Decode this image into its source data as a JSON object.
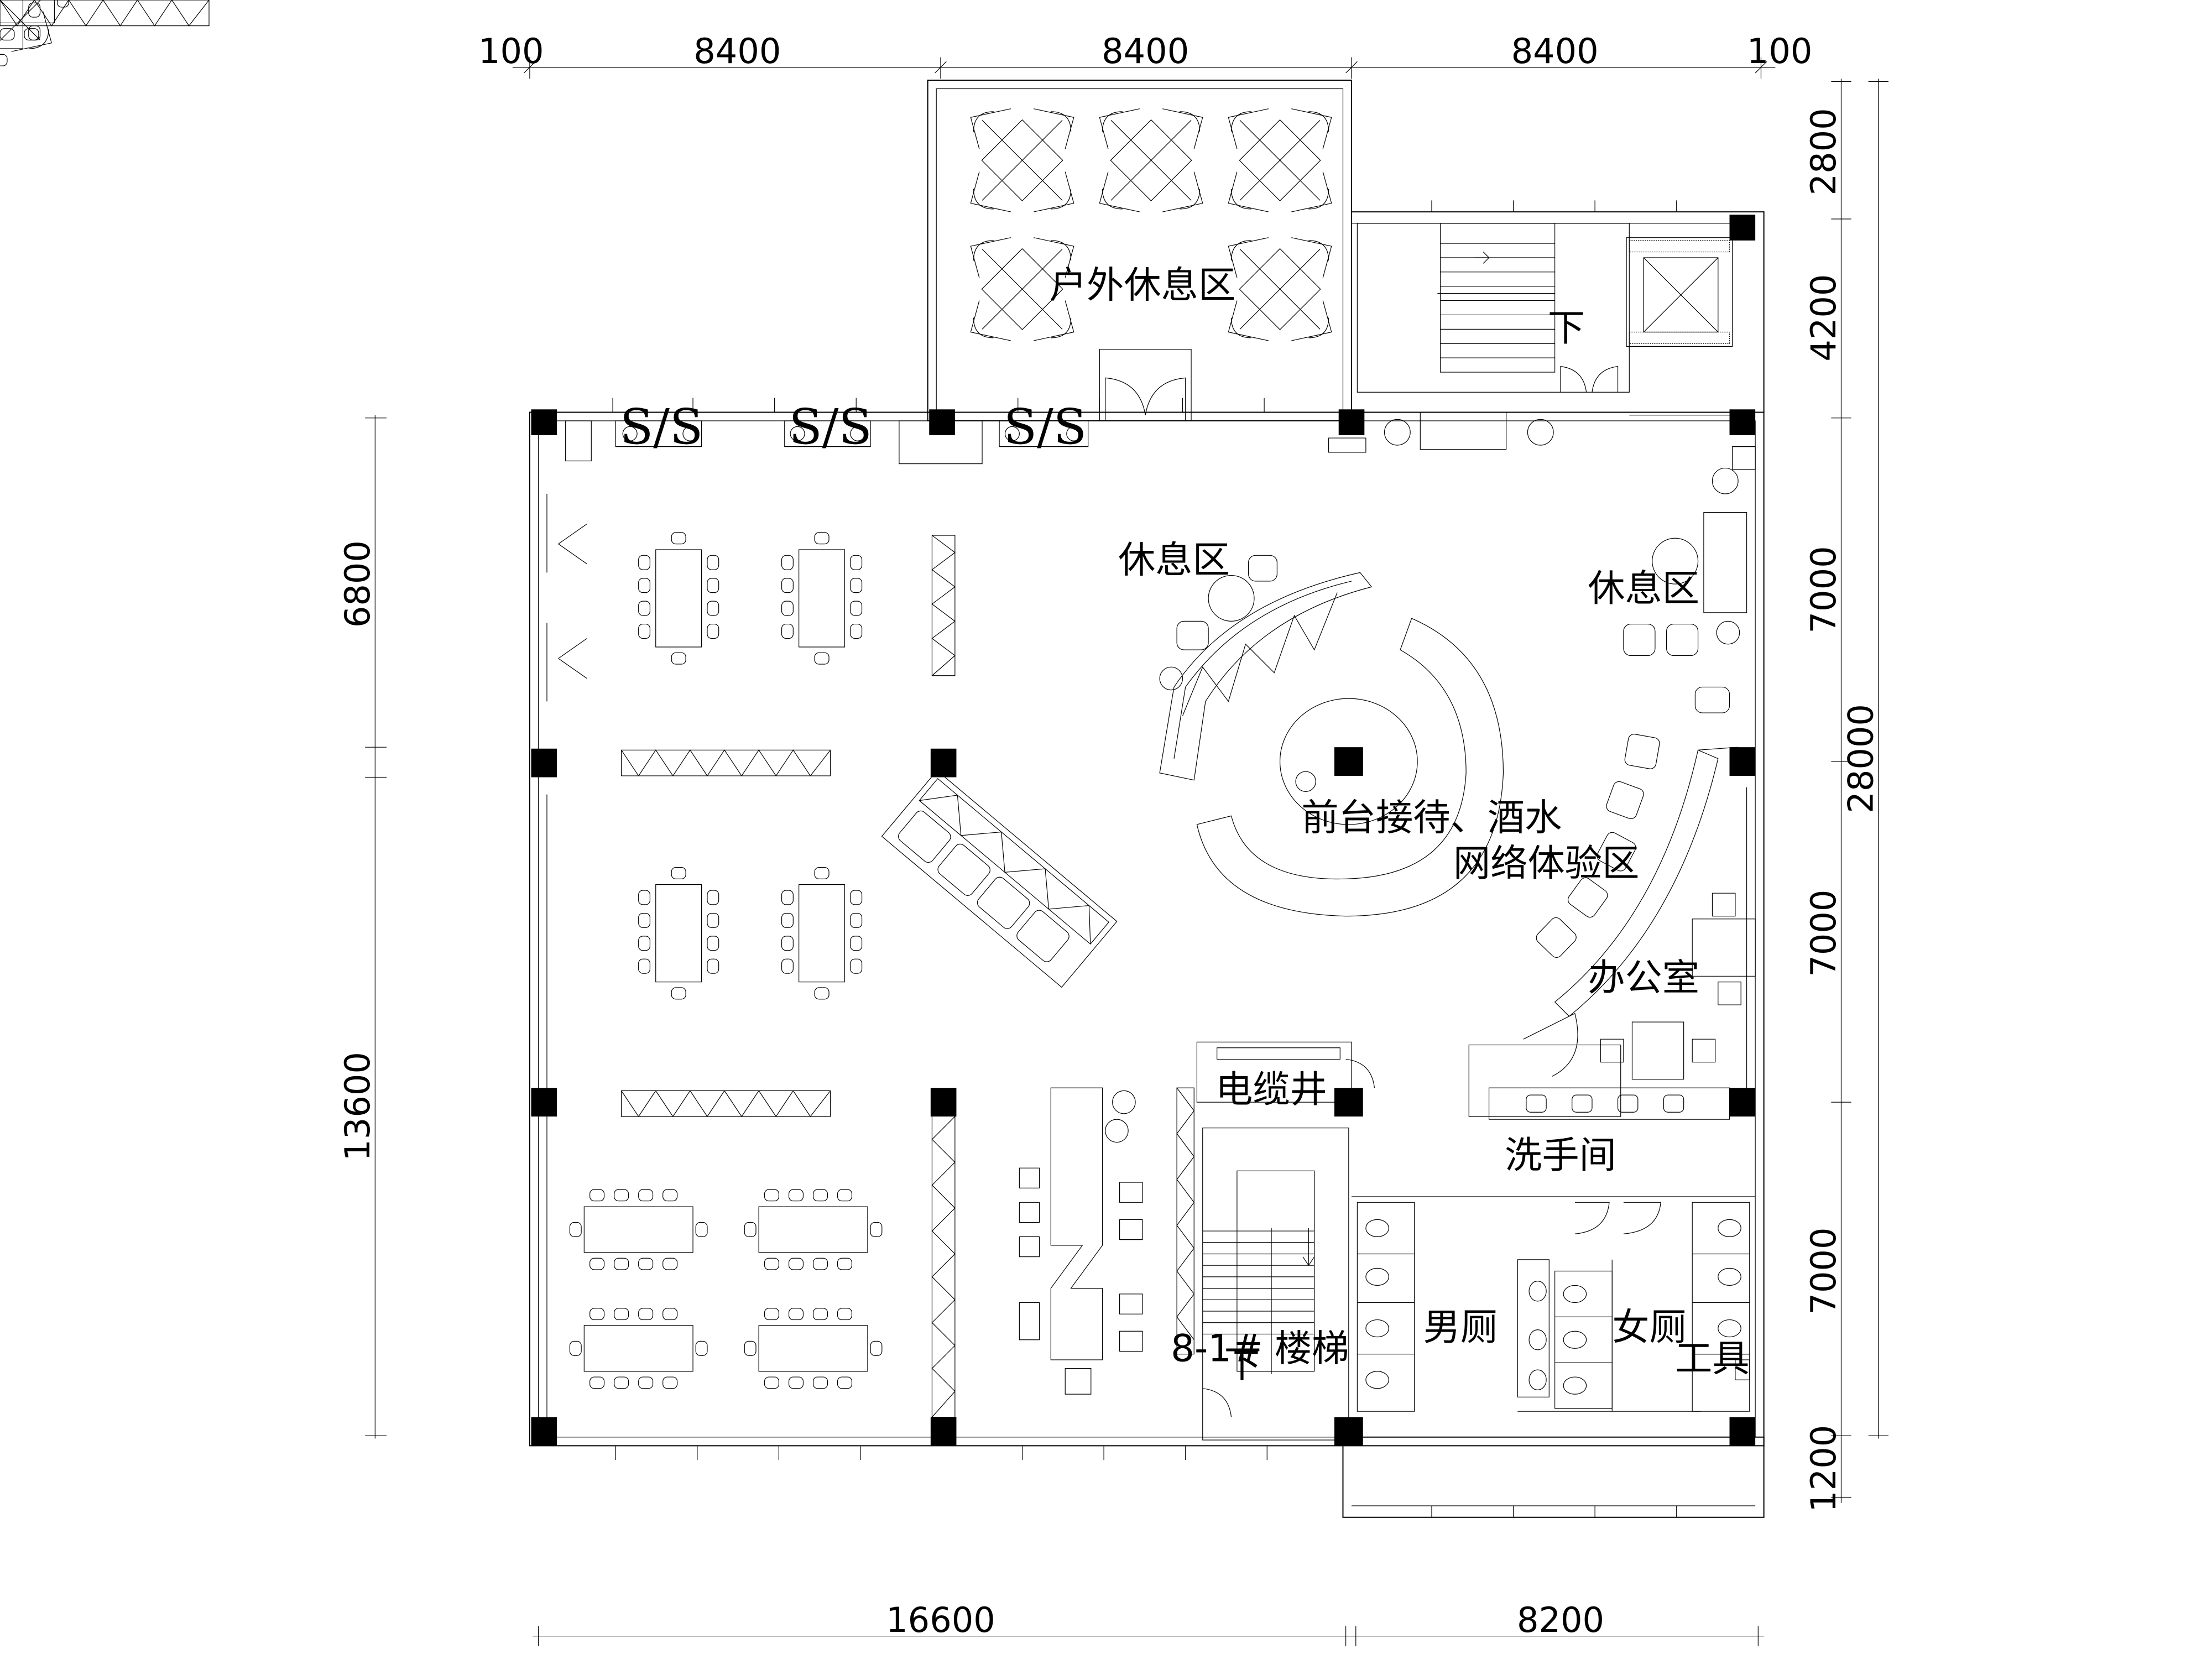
{
  "dimensions": {
    "top": [
      "100",
      "8400",
      "8400",
      "8400",
      "100"
    ],
    "bottom": [
      "16600",
      "8200"
    ],
    "left": [
      "6800",
      "13600"
    ],
    "right": [
      "2800",
      "4200",
      "7000",
      "7000",
      "7000",
      "1200"
    ],
    "right_total": "28000"
  },
  "rooms": {
    "outdoor": "户外休息区",
    "rest_left": "休息区",
    "rest_right": "休息区",
    "reception": "前台接待、酒水",
    "network": "网络体验区",
    "office": "办公室",
    "cable_shaft": "电缆井",
    "washroom": "洗手间",
    "mens": "男厕",
    "womens": "女厕",
    "tools": "工具",
    "stair": "8-1# 楼梯",
    "stair_down": "下",
    "stair_down_top": "下"
  },
  "fixtures": {
    "ss_label": "S/S"
  },
  "icons": [
    "column-marker",
    "door-swing-icon",
    "chair-icon",
    "plant-icon",
    "sofa-icon",
    "lamp-icon",
    "toilet-icon",
    "sink-icon",
    "elevator-icon",
    "stair-arrow-icon"
  ]
}
